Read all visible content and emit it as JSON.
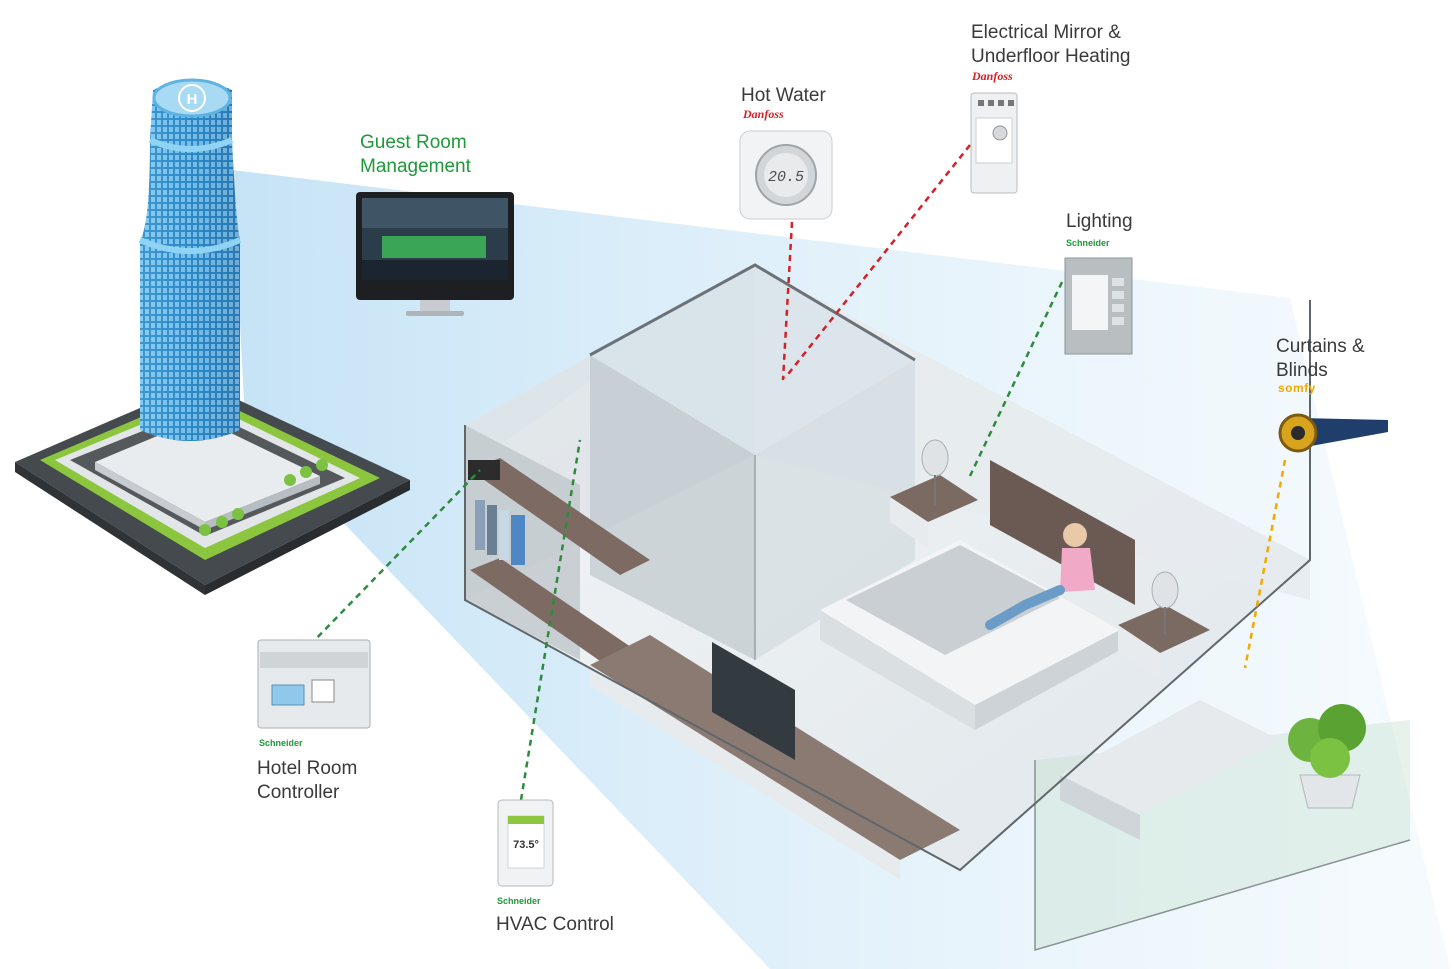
{
  "labels": {
    "guest_room": "Guest Room\nManagement",
    "hot_water": "Hot Water",
    "mirror_heating": "Electrical Mirror &\nUnderfloor Heating",
    "lighting": "Lighting",
    "curtains": "Curtains &\nBlinds",
    "hotel_controller": "Hotel Room\nController",
    "hvac": "HVAC Control"
  },
  "brands": {
    "danfoss": "Danfoss",
    "schneider": "Schneider",
    "somfy": "somfy"
  },
  "device_text": {
    "thermostat_reading": "20.5",
    "hvac_reading": "73.5°",
    "helipad": "H"
  },
  "colors": {
    "label_green": "#1e9a3a",
    "danfoss_red": "#d42027",
    "schneider_link": "#2e8b3d",
    "somfy_link": "#f2a900",
    "beam": "#cfe6f6"
  }
}
